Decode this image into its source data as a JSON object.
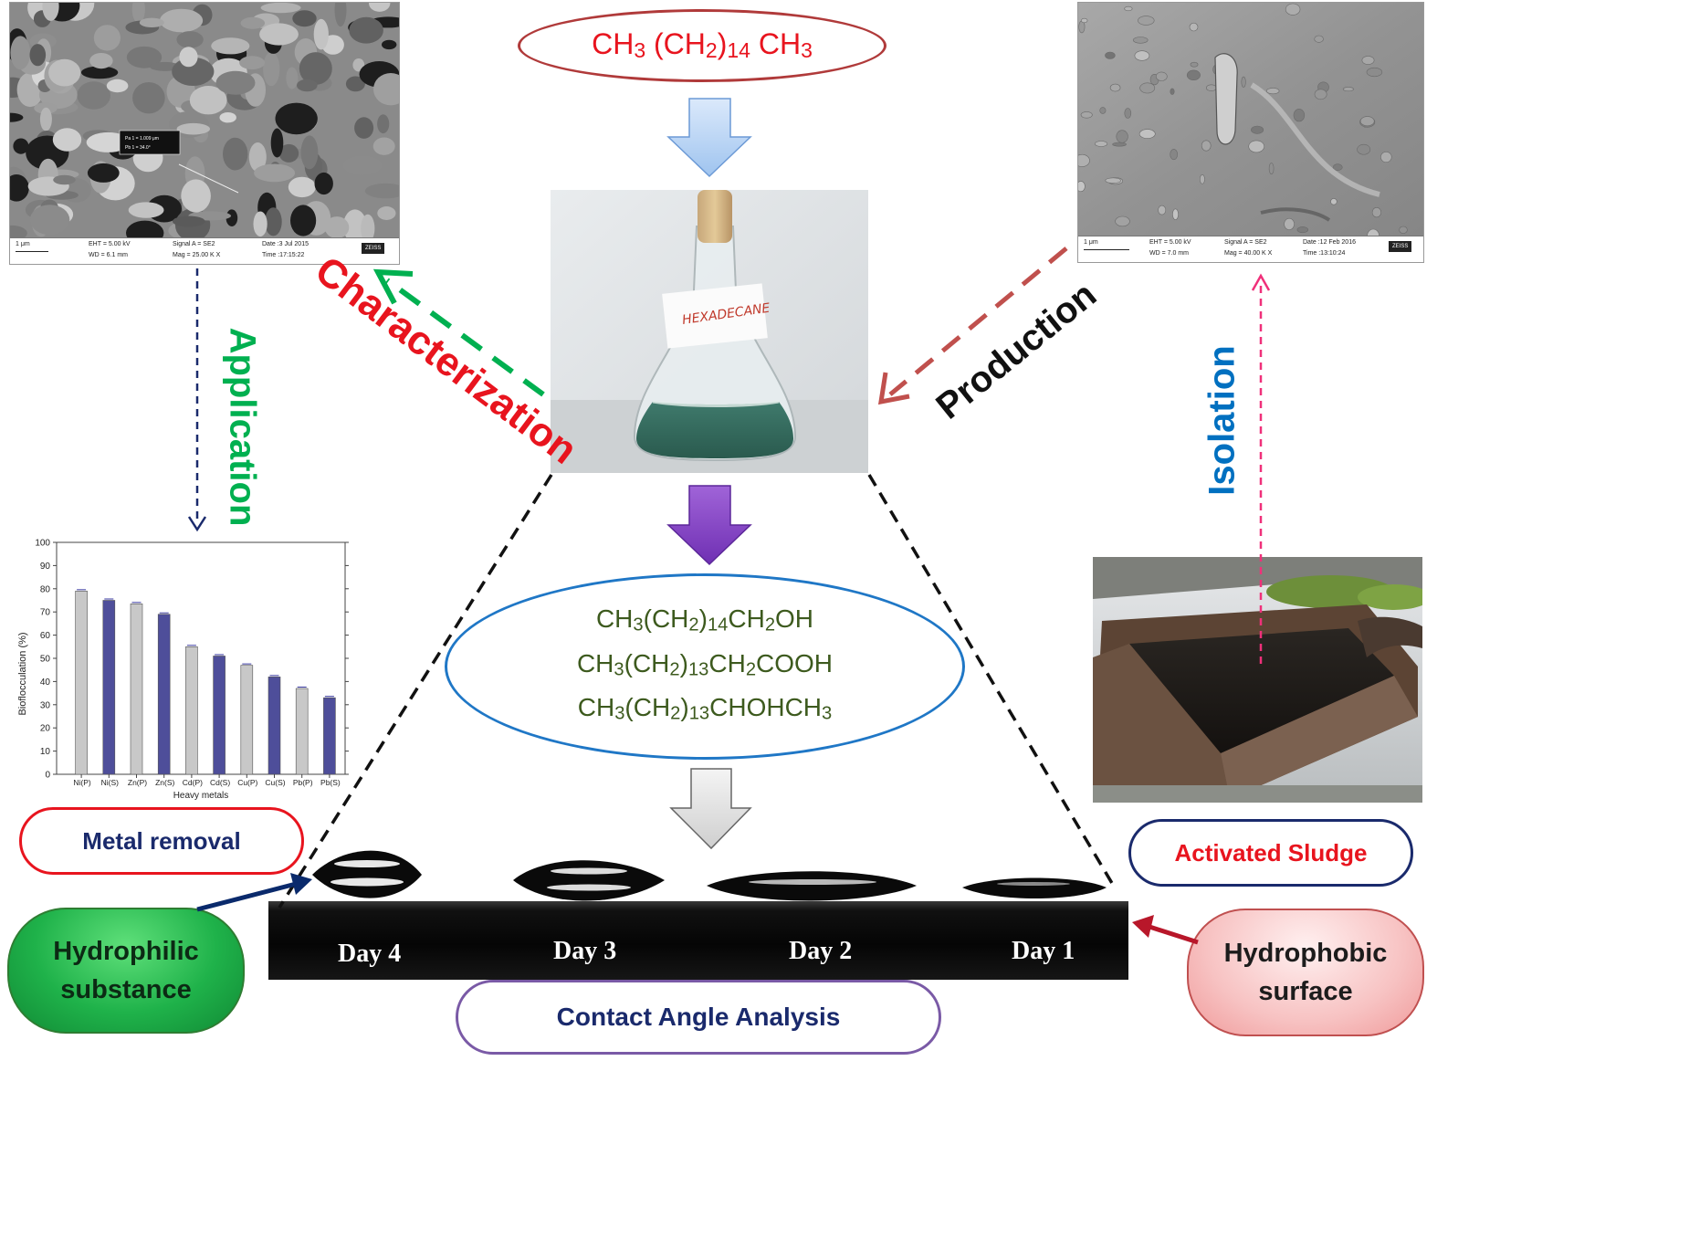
{
  "top_formula": [
    "CH",
    "3",
    " (CH",
    "2",
    ")",
    "14",
    " CH",
    "3"
  ],
  "flask_label": "HEXADECANE",
  "product_lines": [
    [
      "CH",
      "3",
      "(CH",
      "2",
      ")",
      "14",
      "CH",
      "2",
      "OH"
    ],
    [
      "CH",
      "3",
      "(CH",
      "2",
      ")",
      "13",
      "CH",
      "2",
      "COOH"
    ],
    [
      "CH",
      "3",
      "(CH",
      "2",
      ")",
      "13",
      "CHOHCH",
      "3"
    ]
  ],
  "labels": {
    "characterization": "Characterization",
    "production": "Production",
    "application": "Application",
    "isolation": "Isolation",
    "metal_removal": "Metal removal",
    "activated_sludge": "Activated Sludge",
    "hydrophilic_line1": "Hydrophilic",
    "hydrophilic_line2": "substance",
    "hydrophobic_line1": "Hydrophobic",
    "hydrophobic_line2": "surface",
    "contact_angle": "Contact Angle Analysis"
  },
  "days": [
    "Day 4",
    "Day 3",
    "Day 2",
    "Day 1"
  ],
  "sem_left": {
    "scale": "1 μm",
    "eht": "EHT = 5.00 kV",
    "wd": "WD = 6.1 mm",
    "signal": "Signal A = SE2",
    "mag": "Mag = 25.00 K X",
    "date": "Date :3 Jul 2015",
    "time": "Time :17:15:22",
    "brand": "ZEISS",
    "measure1": "Pa 1 = 1.009 μm",
    "measure2": "Pb 1 = 34.0°"
  },
  "sem_right": {
    "scale": "1 μm",
    "eht": "EHT = 5.00 kV",
    "wd": "WD = 7.0 mm",
    "signal": "Signal A = SE2",
    "mag": "Mag = 40.00 K X",
    "date": "Date :12 Feb 2016",
    "time": "Time :13:10:24",
    "brand": "ZEISS"
  },
  "colors": {
    "red": "#e8141e",
    "green": "#00b050",
    "blue": "#0070c0",
    "navy": "#1a2a6c",
    "olive": "#3d5a1e",
    "bar_light": "#c8c8c8",
    "bar_dark": "#4e4e9a"
  },
  "chart_data": {
    "type": "bar",
    "categories": [
      "Ni(P)",
      "Ni(S)",
      "Zn(P)",
      "Zn(S)",
      "Cd(P)",
      "Cd(S)",
      "Cu(P)",
      "Cu(S)",
      "Pb(P)",
      "Pb(S)"
    ],
    "values": [
      79,
      75,
      73.5,
      69,
      55,
      51,
      47,
      42,
      37,
      33
    ],
    "xlabel": "Heavy metals",
    "ylabel": "Bioflocculation (%)",
    "ylim": [
      0,
      100
    ],
    "yticks": [
      0,
      10,
      20,
      30,
      40,
      50,
      60,
      70,
      80,
      90,
      100
    ],
    "grid": false
  }
}
